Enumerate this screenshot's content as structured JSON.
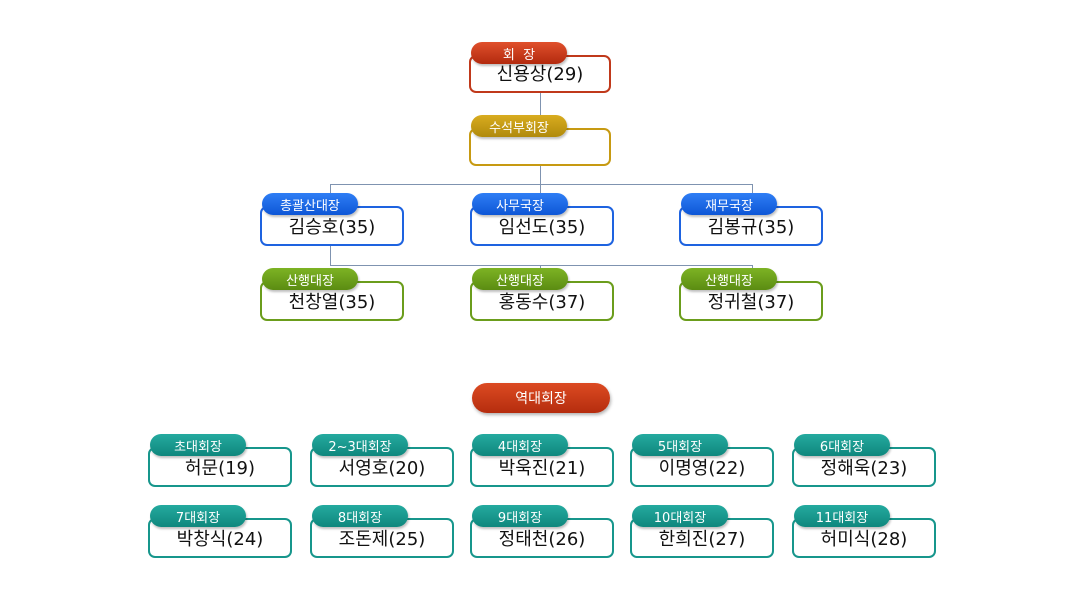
{
  "org": {
    "president": {
      "title": "회  장",
      "name": "신용상(29)"
    },
    "senior_vp": {
      "title": "수석부회장",
      "name": ""
    },
    "officers": [
      {
        "title": "총괄산대장",
        "name": "김승호(35)"
      },
      {
        "title": "사무국장",
        "name": "임선도(35)"
      },
      {
        "title": "재무국장",
        "name": "김봉규(35)"
      }
    ],
    "captains": [
      {
        "title": "산행대장",
        "name": "천창열(35)"
      },
      {
        "title": "산행대장",
        "name": "홍동수(37)"
      },
      {
        "title": "산행대장",
        "name": "정귀철(37)"
      }
    ]
  },
  "past": {
    "header": "역대회장",
    "presidents": [
      {
        "title": "초대회장",
        "name": "허문(19)"
      },
      {
        "title": "2~3대회장",
        "name": "서영호(20)"
      },
      {
        "title": "4대회장",
        "name": "박욱진(21)"
      },
      {
        "title": "5대회장",
        "name": "이명영(22)"
      },
      {
        "title": "6대회장",
        "name": "정해욱(23)"
      },
      {
        "title": "7대회장",
        "name": "박창식(24)"
      },
      {
        "title": "8대회장",
        "name": "조돈제(25)"
      },
      {
        "title": "9대회장",
        "name": "정태천(26)"
      },
      {
        "title": "10대회장",
        "name": "한희진(27)"
      },
      {
        "title": "11대회장",
        "name": "허미식(28)"
      }
    ]
  },
  "colors": {
    "red": "#c0391b",
    "gold": "#c79a12",
    "blue": "#1e63e0",
    "green": "#6b9d1c",
    "teal": "#17968c"
  }
}
